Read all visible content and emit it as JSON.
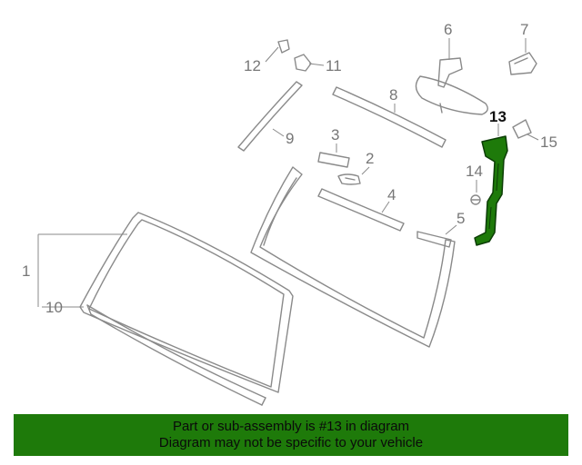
{
  "callouts": {
    "c1": "1",
    "c2": "2",
    "c3": "3",
    "c4": "4",
    "c5": "5",
    "c6": "6",
    "c7": "7",
    "c8": "8",
    "c9": "9",
    "c10": "10",
    "c11": "11",
    "c12": "12",
    "c13": "13",
    "c14": "14",
    "c15": "15"
  },
  "highlight": {
    "part": "13",
    "color": "#1e7a0a"
  },
  "banner": {
    "line1": "Part or sub-assembly is #13 in diagram",
    "line2": "Diagram may not be specific to your vehicle",
    "background": "#1e7a0a"
  }
}
